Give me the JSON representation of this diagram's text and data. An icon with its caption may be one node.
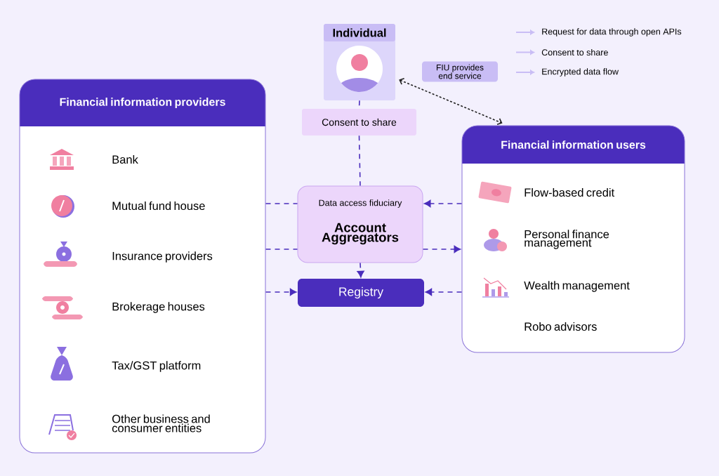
{
  "diagram": {
    "nodes": [
      {
        "text": [
          "Individual"
        ]
      },
      {
        "text": [
          "Consent to share"
        ]
      },
      {
        "text": [
          "Financial information providers",
          "Bank",
          "Mutual fund house",
          "Insurance providers",
          "Brokerage houses",
          "Tax/GST platform",
          "Other business and consumer entities"
        ]
      },
      {
        "text": [
          "Data access fiduciary",
          "Account Aggregators"
        ]
      },
      {
        "text": [
          "Registry"
        ]
      },
      {
        "text": [
          "Financial information users",
          "Flow-based credit",
          "Personal finance management",
          "Wealth management",
          "Robo advisors"
        ]
      }
    ],
    "edges": [
      {
        "from": 0,
        "to": 1,
        "arrow": "none",
        "style": "dashed"
      },
      {
        "from": 1,
        "to": 3,
        "arrow": "none",
        "style": "dashed"
      },
      {
        "from": 2,
        "to": 3,
        "arrow": "none",
        "style": "dashed"
      },
      {
        "from": 2,
        "to": 3,
        "arrow": "none",
        "style": "dashed"
      },
      {
        "from": 5,
        "to": 3,
        "arrow": "to",
        "style": "dashed"
      },
      {
        "from": 3,
        "to": 5,
        "arrow": "to",
        "style": "dashed"
      },
      {
        "from": 3,
        "to": 4,
        "arrow": "to",
        "style": "dashed"
      },
      {
        "from": 2,
        "to": 4,
        "arrow": "to",
        "style": "dashed"
      },
      {
        "from": 5,
        "to": 4,
        "arrow": "to",
        "style": "dashed"
      },
      {
        "from": 0,
        "to": 5,
        "arrow": "both",
        "style": "dashed",
        "color": "#222222",
        "label": "FIU provides end service"
      }
    ],
    "legend": [
      {
        "text": "Request for data through open APIs"
      },
      {
        "text": "Consent to share"
      },
      {
        "text": "Encrypted data flow"
      }
    ]
  }
}
